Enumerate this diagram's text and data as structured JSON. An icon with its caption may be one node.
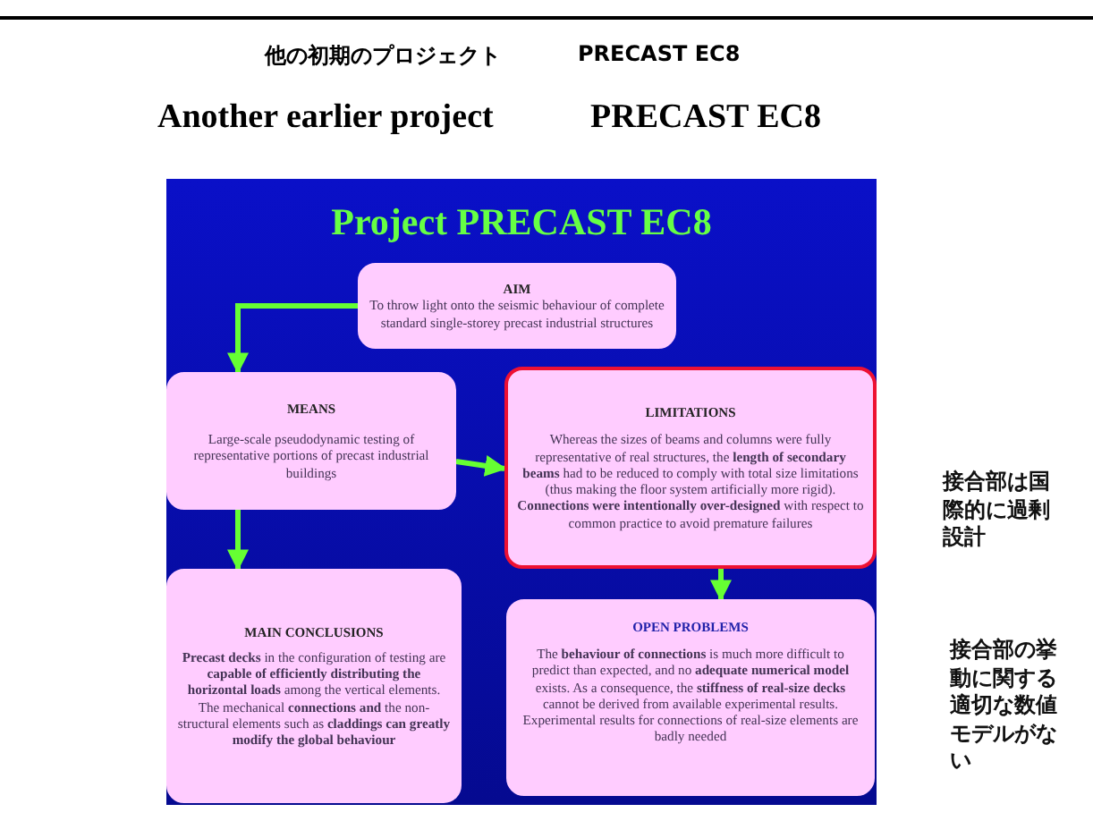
{
  "diagram": {
    "nodes": [
      {
        "text": [
          "Project PRECAST EC8"
        ]
      },
      {
        "text": [
          "AIM",
          "To throw light onto the seismic behaviour of complete standard single-storey precast industrial structures"
        ],
        "in": 0
      },
      {
        "text": [
          "MEANS",
          "Large-scale pseudodynamic testing of representative portions of precast industrial buildings"
        ],
        "in": 0
      },
      {
        "text": [
          "LIMITATIONS",
          "Whereas the sizes of beams and columns were fully representative of real structures, the **length of secondary beams** had to be reduced to comply with total size limitations (thus making the floor system artificially more rigid). **Connections were intentionally over-designed** with respect to common practice to avoid premature failures"
        ],
        "in": 0
      },
      {
        "text": [
          "MAIN CONCLUSIONS",
          "**Precast decks** in the configuration of testing are **capable of efficiently distributing the horizontal loads** among the vertical elements. The mechanical **connections and** the non-structural elements such as **claddings can greatly modify the global behaviour**"
        ],
        "in": 0
      },
      {
        "text": [
          "OPEN PROBLEMS",
          "The **behaviour of connections** is much more difficult to predict than expected, and no **adequate numerical model** exists.  As a consequence, the **stiffness of real-size decks** cannot be derived from available experimental results.  Experimental results for connections of real-size elements are badly needed"
        ],
        "in": 0
      }
    ],
    "edges": [
      {
        "from": 1,
        "to": 2,
        "arrow": "to"
      },
      {
        "from": 2,
        "to": 3,
        "arrow": "to"
      },
      {
        "from": 2,
        "to": 4,
        "arrow": "to"
      },
      {
        "from": 3,
        "to": 5,
        "arrow": "to"
      }
    ],
    "labels": [
      "他の初期のプロジェクト",
      "PRECAST EC8",
      "Another earlier project",
      "PRECAST EC8",
      "接合部は国際的に過剰設計",
      "**接合部の挙動**に関する適切な数値モデルがない"
    ]
  }
}
